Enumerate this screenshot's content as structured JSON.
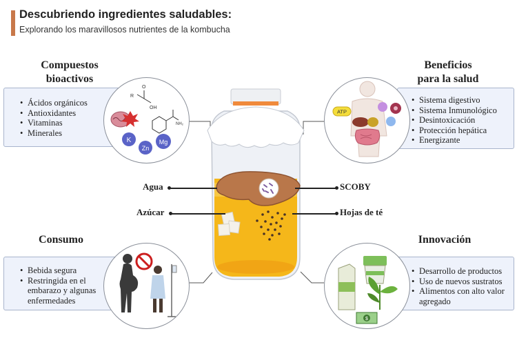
{
  "header": {
    "title": "Descubriendo ingredientes saludables:",
    "subtitle": "Explorando los maravillosos nutrientes de la kombucha",
    "accent_color": "#c8784a"
  },
  "sections": {
    "compuestos": {
      "title_line1": "Compuestos",
      "title_line2": "bioactivos",
      "items": [
        "Ácidos orgánicos",
        "Antioxidantes",
        "Vitaminas",
        "Minerales"
      ],
      "icon_labels": {
        "k": "K",
        "zn": "Zn",
        "mg": "Mg",
        "r": "R",
        "o": "O",
        "oh": "OH",
        "nh2": "NH₂"
      }
    },
    "beneficios": {
      "title_line1": "Beneficios",
      "title_line2": "para la salud",
      "items": [
        "Sistema digestivo",
        "Sistema Inmunológico",
        "Desintoxicación",
        "Protección hepática",
        "Energizante"
      ],
      "atp_label": "ATP"
    },
    "consumo": {
      "title": "Consumo",
      "items": [
        "Bebida segura",
        "Restringida en el embarazo y algunas enfermedades"
      ]
    },
    "innovacion": {
      "title": "Innovación",
      "items": [
        "Desarrollo de productos",
        "Uso de nuevos sustratos",
        "Alimentos con alto valor agregado"
      ]
    }
  },
  "jar_labels": {
    "agua": "Agua",
    "azucar": "Azúcar",
    "scoby": "SCOBY",
    "hojas": "Hojas de té"
  },
  "colors": {
    "box_fill": "#eef2fb",
    "box_border": "#a8b4cc",
    "liquid": "#f5b71a",
    "scoby": "#b9774a",
    "lid": "#f08a3c"
  }
}
